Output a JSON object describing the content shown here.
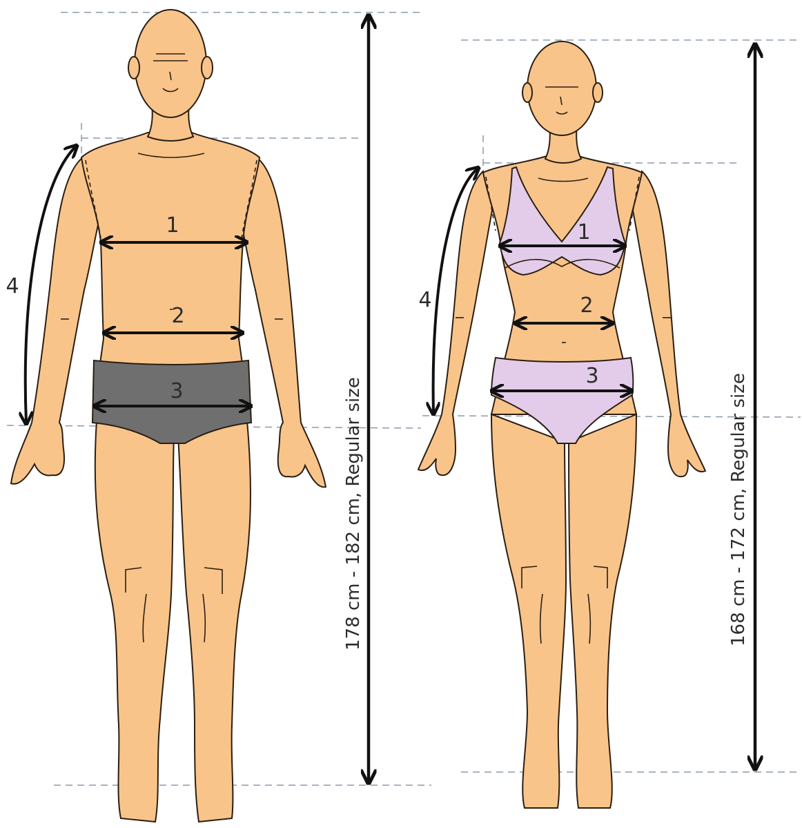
{
  "colors": {
    "skin": "#f8c48a",
    "male_briefs": "#6f6f6f",
    "female_lingerie": "#e3cce9"
  },
  "male": {
    "height_label": "178 cm - 182 cm, Regular size",
    "measurements": {
      "m1": "1",
      "m2": "2",
      "m3": "3",
      "m4": "4"
    }
  },
  "female": {
    "height_label": "168 cm - 172 cm, Regular size",
    "measurements": {
      "m1": "1",
      "m2": "2",
      "m3": "3",
      "m4": "4"
    }
  }
}
